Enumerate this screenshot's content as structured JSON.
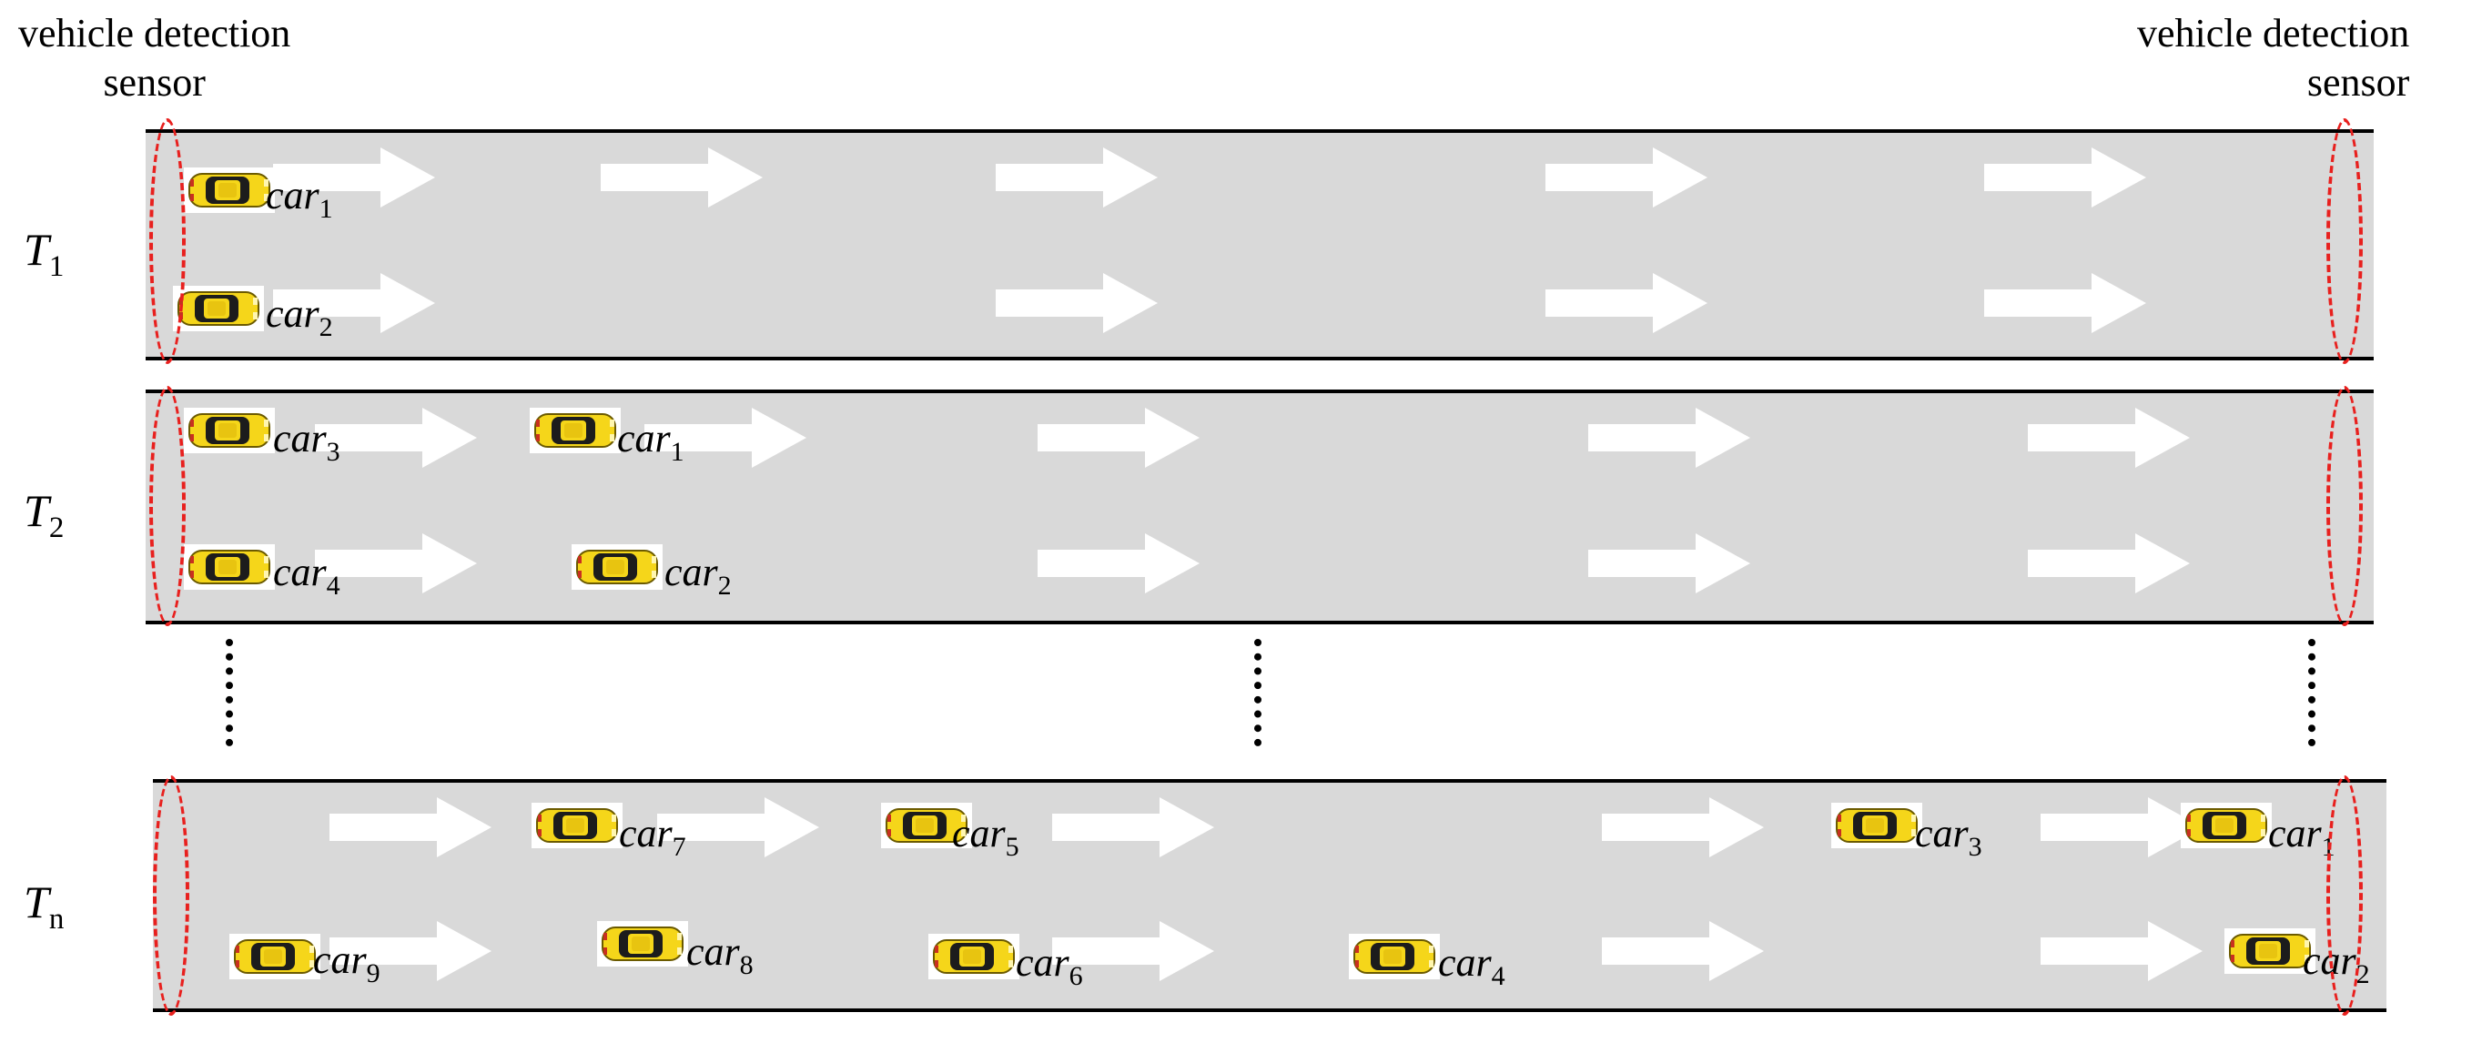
{
  "sensor_labels": {
    "left": "vehicle detection\nsensor",
    "right": "vehicle detection\nsensor"
  },
  "rows": [
    {
      "label": "T",
      "sub": "1"
    },
    {
      "label": "T",
      "sub": "2"
    },
    {
      "label": "T",
      "sub": "n"
    }
  ],
  "cars": [
    {
      "name": "car",
      "sub": "1"
    },
    {
      "name": "car",
      "sub": "2"
    },
    {
      "name": "car",
      "sub": "3"
    },
    {
      "name": "car",
      "sub": "1"
    },
    {
      "name": "car",
      "sub": "4"
    },
    {
      "name": "car",
      "sub": "2"
    },
    {
      "name": "car",
      "sub": "7"
    },
    {
      "name": "car",
      "sub": "5"
    },
    {
      "name": "car",
      "sub": "3"
    },
    {
      "name": "car",
      "sub": "1"
    },
    {
      "name": "car",
      "sub": "9"
    },
    {
      "name": "car",
      "sub": "8"
    },
    {
      "name": "car",
      "sub": "6"
    },
    {
      "name": "car",
      "sub": "4"
    },
    {
      "name": "car",
      "sub": "2"
    }
  ],
  "colors": {
    "road": "#d9d9d9",
    "sensor": "#e8201e",
    "car_body": "#f5d61a",
    "arrow": "#ffffff"
  }
}
